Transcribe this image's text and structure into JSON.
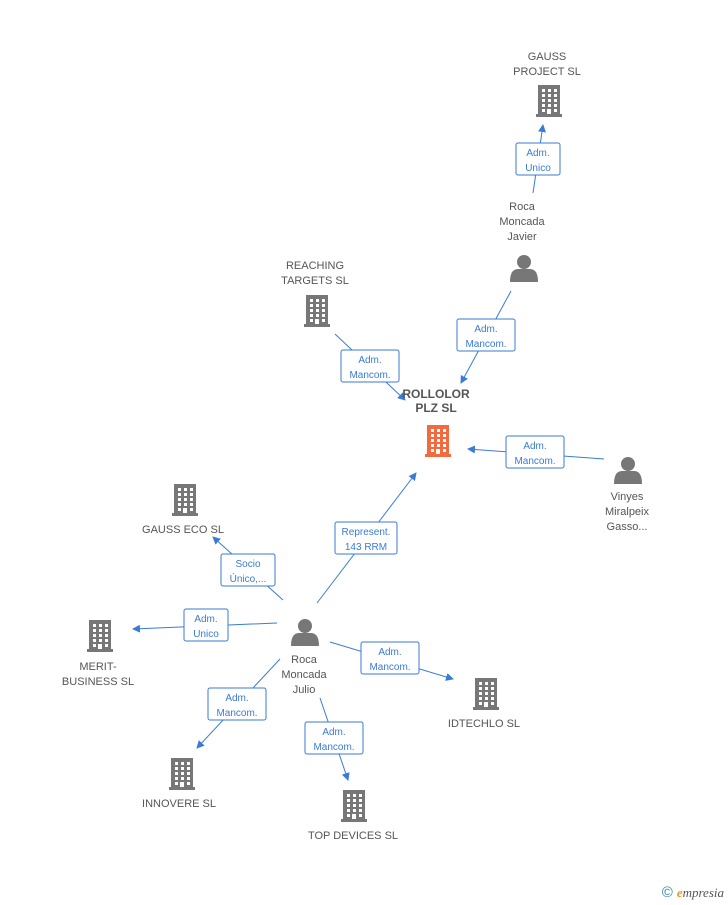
{
  "colors": {
    "edge": "#3a7bd5",
    "building": "#777777",
    "building_main": "#f26a3d",
    "person": "#777777"
  },
  "nodes": [
    {
      "id": "rollolor",
      "type": "building",
      "main": true,
      "lines": [
        "ROLLOLOR",
        "PLZ SL"
      ]
    },
    {
      "id": "gauss-project",
      "type": "building",
      "lines": [
        "GAUSS",
        "PROJECT SL"
      ]
    },
    {
      "id": "roca-javier",
      "type": "person",
      "lines": [
        "Roca",
        "Moncada",
        "Javier"
      ]
    },
    {
      "id": "reaching",
      "type": "building",
      "lines": [
        "REACHING",
        "TARGETS SL"
      ]
    },
    {
      "id": "vinyes",
      "type": "person",
      "lines": [
        "Vinyes",
        "Miralpeix",
        "Gasso..."
      ]
    },
    {
      "id": "gauss-eco",
      "type": "building",
      "lines": [
        "GAUSS ECO SL"
      ]
    },
    {
      "id": "roca-julio",
      "type": "person",
      "lines": [
        "Roca",
        "Moncada",
        "Julio"
      ]
    },
    {
      "id": "merit",
      "type": "building",
      "lines": [
        "MERIT-",
        "BUSINESS  SL"
      ]
    },
    {
      "id": "idtechlo",
      "type": "building",
      "lines": [
        "IDTECHLO SL"
      ]
    },
    {
      "id": "innovere",
      "type": "building",
      "lines": [
        "INNOVERE SL"
      ]
    },
    {
      "id": "top-devices",
      "type": "building",
      "lines": [
        "TOP DEVICES SL"
      ]
    }
  ],
  "edges": [
    {
      "from": "roca-javier",
      "to": "gauss-project",
      "label": [
        "Adm.",
        "Unico"
      ]
    },
    {
      "from": "roca-javier",
      "to": "rollolor",
      "label": [
        "Adm.",
        "Mancom."
      ]
    },
    {
      "from": "reaching",
      "to": "rollolor",
      "label": [
        "Adm.",
        "Mancom."
      ]
    },
    {
      "from": "vinyes",
      "to": "rollolor",
      "label": [
        "Adm.",
        "Mancom."
      ]
    },
    {
      "from": "roca-julio",
      "to": "rollolor",
      "label": [
        "Represent.",
        "143 RRM"
      ]
    },
    {
      "from": "roca-julio",
      "to": "gauss-eco",
      "label": [
        "Socio",
        "Único,..."
      ]
    },
    {
      "from": "roca-julio",
      "to": "merit",
      "label": [
        "Adm.",
        "Unico"
      ]
    },
    {
      "from": "roca-julio",
      "to": "idtechlo",
      "label": [
        "Adm.",
        "Mancom."
      ]
    },
    {
      "from": "roca-julio",
      "to": "innovere",
      "label": [
        "Adm.",
        "Mancom."
      ]
    },
    {
      "from": "roca-julio",
      "to": "top-devices",
      "label": [
        "Adm.",
        "Mancom."
      ]
    }
  ],
  "footer": {
    "copyright": "©",
    "brand_initial": "e",
    "brand_rest": "mpresia"
  }
}
